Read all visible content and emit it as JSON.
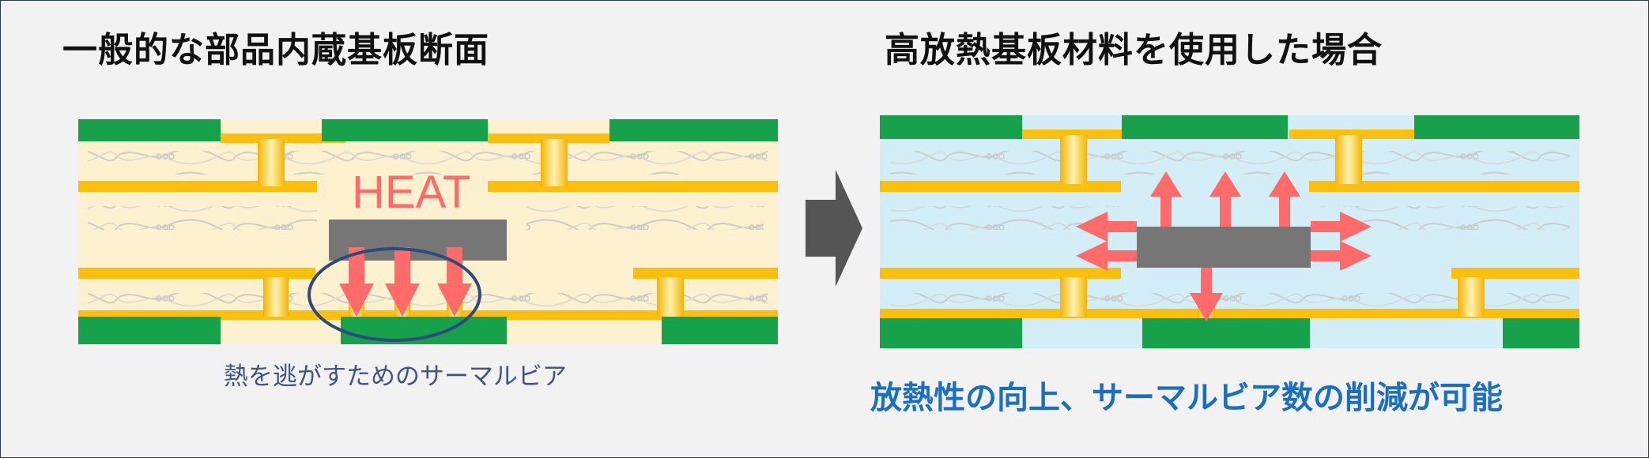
{
  "left_panel": {
    "title": "一般的な部品内蔵基板断面",
    "heat_label": "HEAT",
    "caption": "熱を逃がすためのサーマルビア"
  },
  "right_panel": {
    "title": "高放熱基板材料を使用した場合",
    "caption": "放熱性の向上、サーマルビア数の削減が可能"
  },
  "colors": {
    "background": "#f2f2f2",
    "substrate_standard": "#fdf1cf",
    "substrate_high_thermal": "#d4eef8",
    "copper_pad": "#16a14a",
    "copper_trace": "#fbbf0d",
    "component": "#767676",
    "heat_arrow": "#ff6b6b",
    "highlight_ellipse": "#2e4a7d",
    "transition_arrow": "#555555"
  },
  "icons": {
    "transition": "chevron-right-arrow"
  }
}
